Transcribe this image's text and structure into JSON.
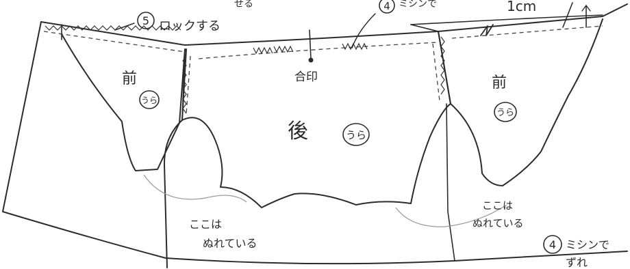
{
  "annotations": {
    "step5_number": "5",
    "step5_text": "ロックする",
    "step4_top_number": "4",
    "step4_top_text": "ミシンで",
    "top_cut_text": "せる",
    "measure": "1cm",
    "aijirushi": "合印",
    "front_left": "前",
    "front_left_ura": "うら",
    "back": "後",
    "back_ura": "うら",
    "front_right": "前",
    "front_right_ura": "うら",
    "left_overlap_line1": "ここは",
    "left_overlap_line2": "ぬれている",
    "right_overlap_line1": "ここは",
    "right_overlap_line2": "ぬれている",
    "step4_bottom_number": "4",
    "step4_bottom_line1": "ミシンで",
    "step4_bottom_line2": "ずれ"
  }
}
